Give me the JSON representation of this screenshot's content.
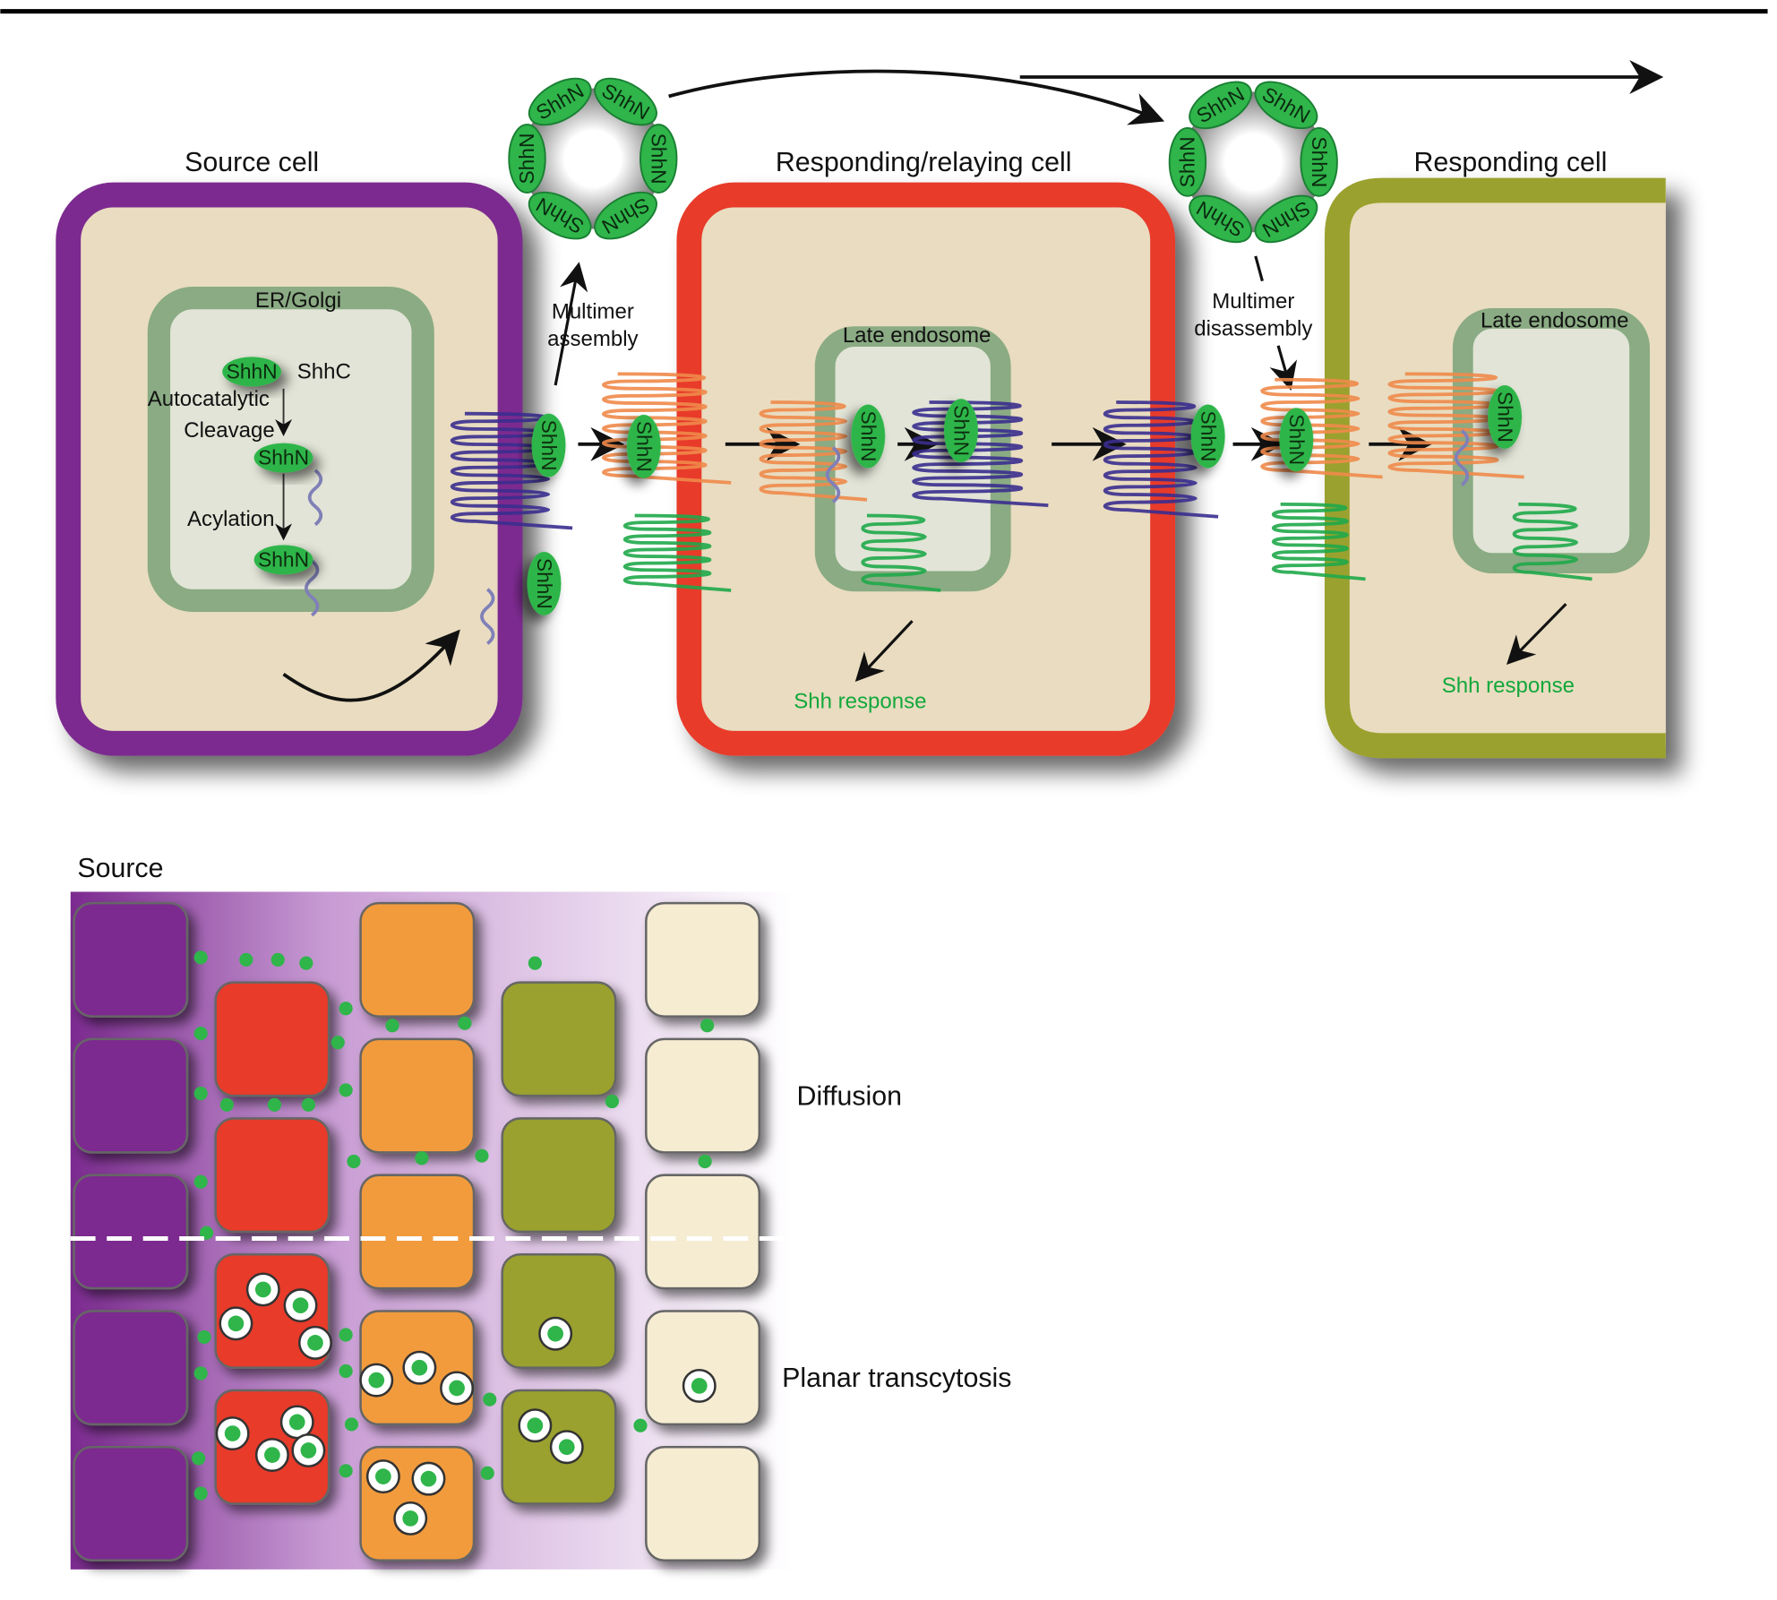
{
  "colors": {
    "source_cell": "#7b2a8f",
    "relaying_cell": "#e83a2c",
    "responding_cell": "#9aa12e",
    "cytoplasm": "#e9dcc0",
    "organelle": "#8aab83",
    "organelle_lumen": "#e1e4d6",
    "shhn": "#2fb54a",
    "response_text": "#13a83c",
    "orange_cell": "#f29b3c",
    "cream_cell": "#f6ecd2"
  },
  "top_panel": {
    "source_cell_label": "Source cell",
    "relaying_cell_label": "Responding/relaying cell",
    "responding_cell_label": "Responding cell",
    "er_golgi_label": "ER/Golgi",
    "shhn_label": "ShhN",
    "shhc_label": "ShhC",
    "autocatalytic_label": "Autocatalytic",
    "cleavage_label": "Cleavage",
    "acylation_label": "Acylation",
    "multimer_assembly_line1": "Multimer",
    "multimer_assembly_line2": "assembly",
    "multimer_disassembly_line1": "Multimer",
    "multimer_disassembly_line2": "disassembly",
    "late_endosome_label": "Late endosome",
    "shh_response_label": "Shh response"
  },
  "bottom_panel": {
    "source_label": "Source",
    "diffusion_label": "Diffusion",
    "planar_transcytosis_label": "Planar transcytosis"
  }
}
